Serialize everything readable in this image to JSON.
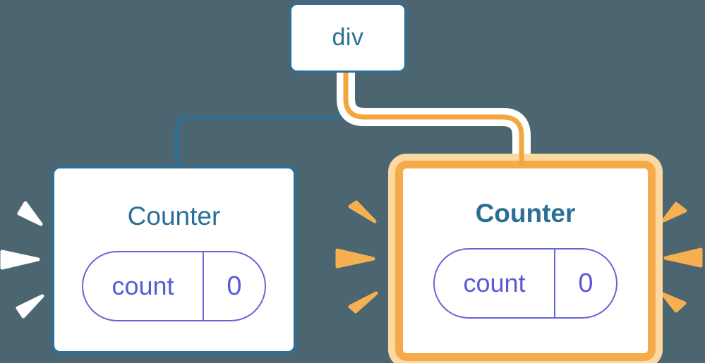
{
  "diagram": {
    "description": "React component tree diagram: a div parent with two Counter children holding count state",
    "background_color": "#4b6670",
    "root_node": {
      "label": "div"
    },
    "left_counter": {
      "title": "Counter",
      "state_key": "count",
      "state_value": "0",
      "highlighted": false
    },
    "right_counter": {
      "title": "Counter",
      "state_key": "count",
      "state_value": "0",
      "highlighted": true
    },
    "colors": {
      "node_blue": "#2d6f97",
      "title_blue": "#2b6f96",
      "pill_purple_border": "#6565d9",
      "pill_purple_text": "#5a5ad3",
      "connector_orange": "#f2a73e",
      "highlight_ring_orange": "#f5ab4a",
      "highlight_ring_pale": "#fbd9a1",
      "flash_ray_orange": "#f6b052",
      "flash_ray_white": "#ffffff",
      "node_background": "#ffffff"
    }
  }
}
